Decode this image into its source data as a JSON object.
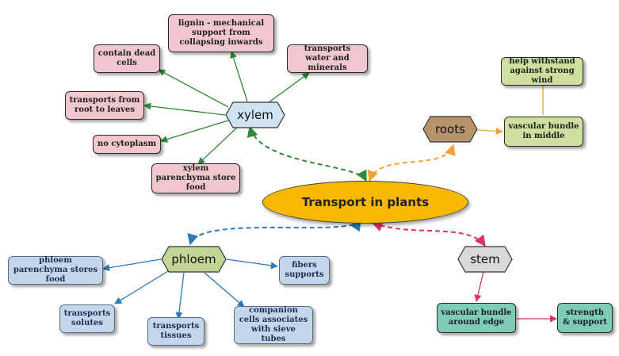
{
  "central": {
    "label": "Transport in plants",
    "color": "#f8b800"
  },
  "branches": {
    "xylem": {
      "label": "xylem",
      "color": "#cfe3f3",
      "link_color": "#2f8a3a",
      "facts": [
        "lignin - mechanical support from collapsing inwards",
        "contain dead cells",
        "transports water and minerals",
        "transports from root to leaves",
        "no cytoplasm",
        "xylem parenchyma store food"
      ]
    },
    "roots": {
      "label": "roots",
      "color": "#b9946a",
      "link_color": "#f2a03a",
      "facts": [
        "help withstand against strong wind",
        "vascular bundle in middle"
      ]
    },
    "phloem": {
      "label": "phloem",
      "color": "#c3d596",
      "link_color": "#2b7ab8",
      "facts": [
        "phloem parenchyma stores food",
        "fibers supports",
        "transports solutes",
        "transports tissues",
        "companion cells associates with sieve tubes"
      ]
    },
    "stem": {
      "label": "stem",
      "color": "#d9d9d9",
      "link_color": "#e0306a",
      "facts": [
        "vascular bundle around edge",
        "strength & support"
      ]
    }
  }
}
